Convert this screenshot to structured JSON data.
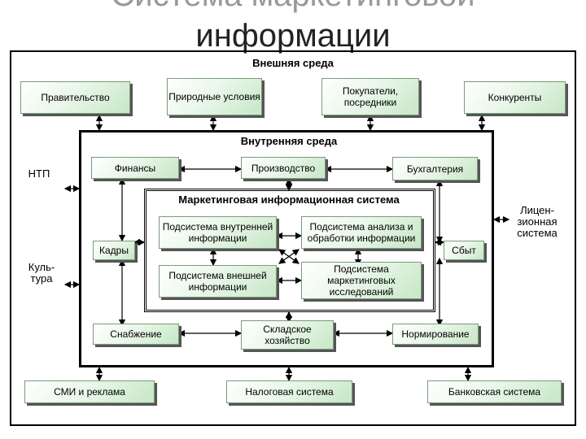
{
  "title": {
    "line1": "Система маркетинговой",
    "line2": "информации"
  },
  "external": {
    "label": "Внешняя среда",
    "government": "Правительство",
    "nature": "Природные условия",
    "buyers": "Покупатели, посредники",
    "competitors": "Конкуренты",
    "ntp": "НТП",
    "culture": "Куль-тура",
    "license": "Лицен-зионная система",
    "media": "СМИ и реклама",
    "tax": "Налоговая система",
    "banking": "Банковская система"
  },
  "internal": {
    "label": "Внутренняя среда",
    "finance": "Финансы",
    "production": "Производство",
    "accounting": "Бухгалтерия",
    "personnel": "Кадры",
    "sales": "Сбыт",
    "supply": "Снабжение",
    "warehouse": "Складское хозяйство",
    "norming": "Нормирование"
  },
  "mis": {
    "label": "Маркетинговая информационная система",
    "internal_info": "Подсистема внутренней информации",
    "analysis": "Подсистема анализа и обработки информации",
    "external_info": "Подсистема внешней информации",
    "research": "Подсистема маркетинговых исследований"
  }
}
